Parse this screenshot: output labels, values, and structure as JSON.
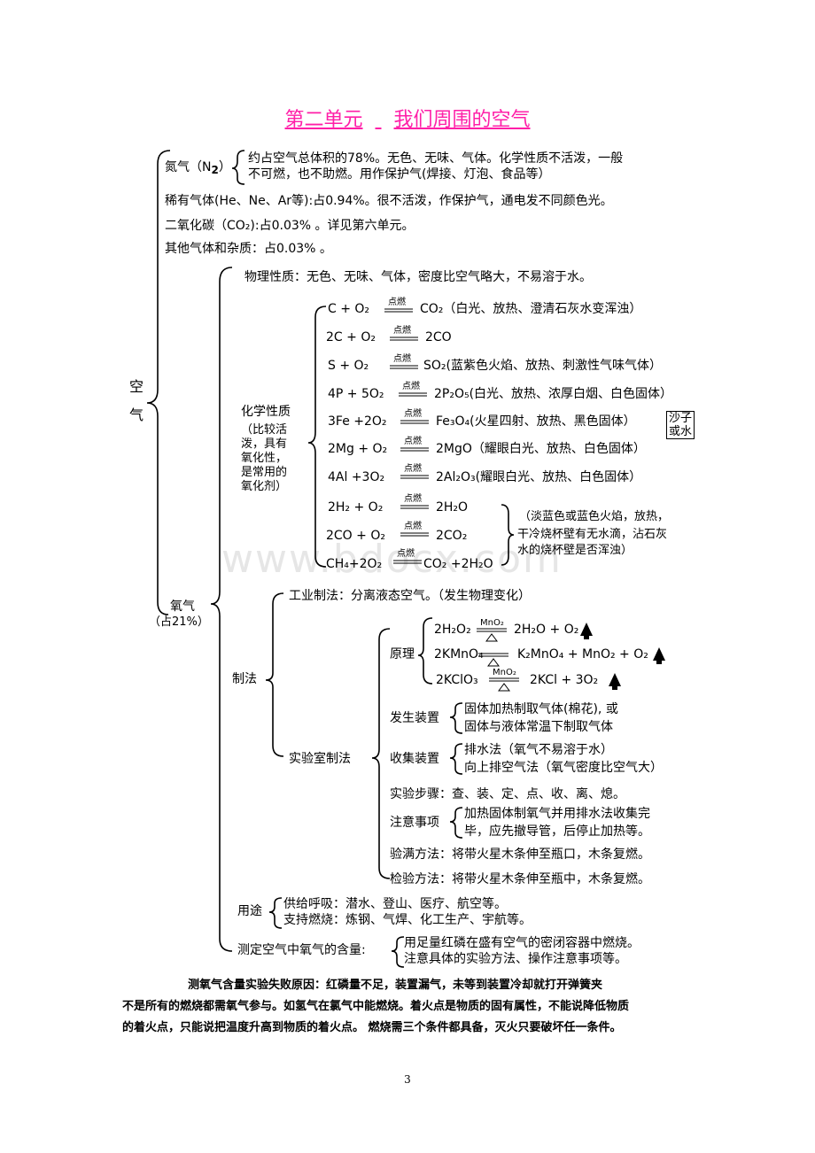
{
  "title": {
    "unit": "第二单元",
    "topic": "我们周围的空气"
  },
  "root": {
    "line1": "空",
    "line2": "气"
  },
  "nitrogen": {
    "label": "氮气（N",
    "label_sub": "2",
    "label_tail": "）",
    "line1": "约占空气总体积的78%。无色、无味、气体。化学性质不活泼，一般",
    "line2": "不可燃，也不助燃。用作保护气(焊接、灯泡、食品等）"
  },
  "noble": "稀有气体(He、Ne、Ar等):占0.94%。很不活泼，作保护气，通电发不同颜色光。",
  "co2": "二氧化碳（CO₂):占0.03% 。详见第六单元。",
  "others": "其他气体和杂质：占0.03% 。",
  "oxygen": {
    "label": "氧气",
    "share": "（占21%）",
    "physical": "物理性质：无色、无味、气体，密度比空气略大，不易溶于水。",
    "chemical_label": "化学性质",
    "chemical_note": [
      "（比较活",
      "泼，具有",
      "氧化性，",
      "是常用的",
      "氧化剂）"
    ],
    "condition": "点燃",
    "reactions": [
      {
        "left": "C + O₂",
        "right": "CO₂（白光、放热、澄清石灰水变浑浊）"
      },
      {
        "left": "2C + O₂",
        "right": "2CO"
      },
      {
        "left": "S  + O₂",
        "right": "SO₂(蓝紫色火焰、放热、刺激性气味气体）"
      },
      {
        "left": "4P + 5O₂",
        "right": "2P₂O₅(白光、放热、浓厚白烟、白色固体）"
      },
      {
        "left": "3Fe +2O₂",
        "right": "Fe₃O₄(火星四射、放热、黑色固体）"
      },
      {
        "left": "2Mg + O₂",
        "right": "2MgO（耀眼白光、放热、白色固体）"
      },
      {
        "left": "4Al +3O₂",
        "right": "2Al₂O₃(耀眼白光、放热、白色固体）"
      },
      {
        "left": "2H₂ + O₂",
        "right": "2H₂O"
      },
      {
        "left": "2CO + O₂",
        "right": "2CO₂"
      },
      {
        "left": "CH₄+2O₂",
        "right": "CO₂ +2H₂O"
      }
    ],
    "fe_box": [
      "沙子",
      "或水"
    ],
    "flame_note": [
      "（淡蓝色或蓝色火焰，放热，",
      "干冷烧杯壁有无水滴，沾石灰",
      "水的烧杯壁是否浑浊）"
    ],
    "prep_label": "制法",
    "industrial": "工业制法：分离液态空气。（发生物理变化）",
    "lab_label": "实验室制法",
    "principle_label": "原理",
    "principle": [
      {
        "left": "2H₂O₂",
        "cond": "MnO₂",
        "right": "2H₂O + O₂"
      },
      {
        "left": "2KMnO₄",
        "cond": "",
        "right": "K₂MnO₄ + MnO₂ + O₂"
      },
      {
        "left": "2KClO₃",
        "cond": "MnO₂",
        "right": "2KCl + 3O₂"
      }
    ],
    "gen_label": "发生装置",
    "gen": [
      "固体加热制取气体(棉花), 或",
      "固体与液体常温下制取气体"
    ],
    "collect_label": "收集装置",
    "collect": [
      "排水法（氧气不易溶于水）",
      "向上排空气法（氧气密度比空气大）"
    ],
    "steps": "实验步骤：查、装、定、点、收、离、熄。",
    "notice_label": "注意事项",
    "notice": [
      "加热固体制氧气并用排水法收集完",
      "毕，应先撤导管，后停止加热等。"
    ],
    "full_check": "验满方法：将带火星木条伸至瓶口，木条复燃。",
    "test": "检验方法：将带火星木条伸至瓶中，木条复燃。",
    "use_label": "用途",
    "uses": [
      "供给呼吸：潜水、登山、医疗、航空等。",
      "支持燃烧：炼钢、气焊、化工生产、宇航等。"
    ],
    "measure_label": "测定空气中氧气的含量:",
    "measure": [
      "用足量红磷在盛有空气的密闭容器中燃烧。",
      "注意具体的实验方法、操作注意事项等。"
    ]
  },
  "notes": [
    "测氧气含量实验失败原因：红磷量不足，装置漏气，未等到装置冷却就打开弹簧夹",
    "不是所有的燃烧都需氧气参与。如氢气在氯气中能燃烧。着火点是物质的固有属性，不能说降低物质",
    "的着火点，只能说把温度升高到物质的着火点。 燃烧需三个条件都具备，灭火只要破坏任一条件。"
  ],
  "watermark": "www.bdocx.com",
  "page_number": "3"
}
